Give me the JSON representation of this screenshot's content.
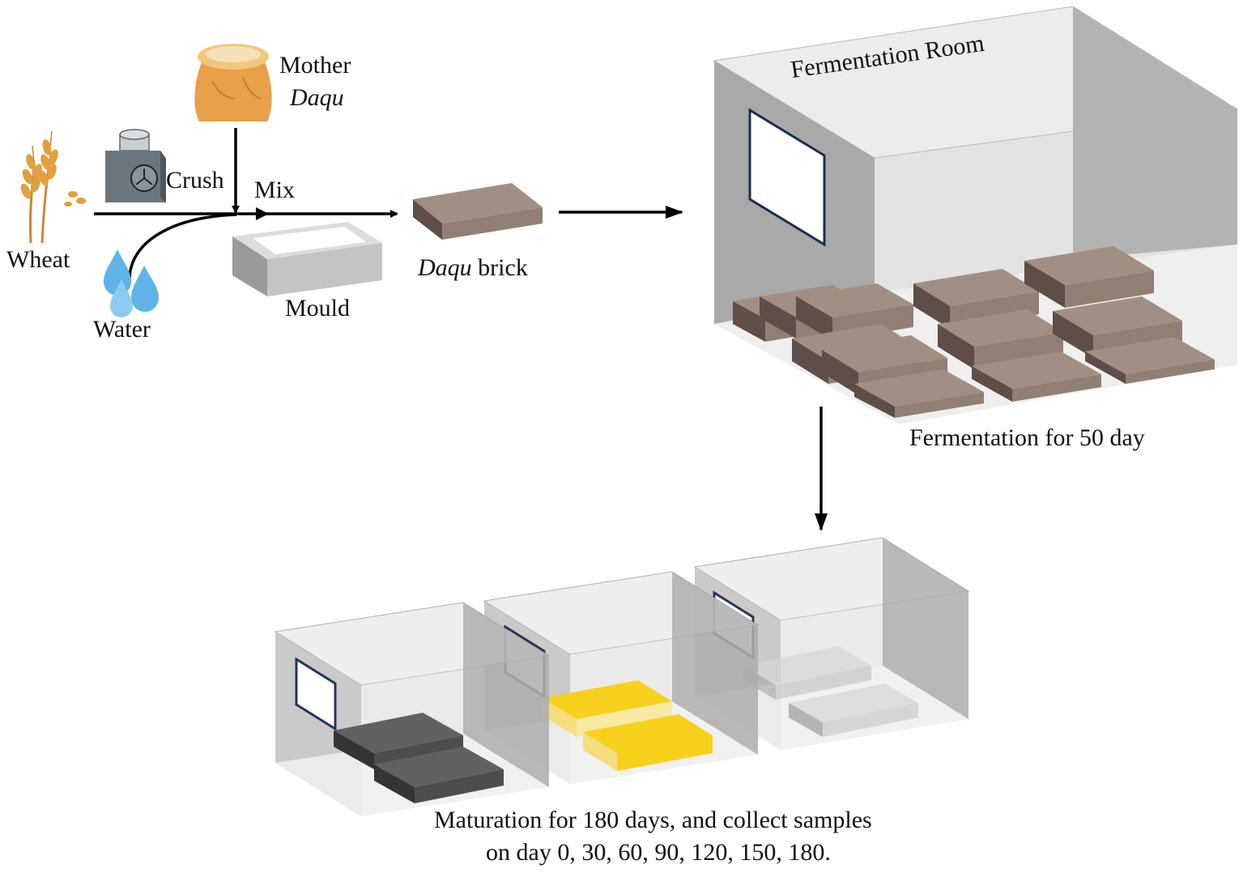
{
  "inputs": {
    "mother_daqu": {
      "line1": "Mother",
      "line2": "Daqu"
    },
    "crush": "Crush",
    "mix": "Mix",
    "wheat": "Wheat",
    "water": "Water",
    "mould": "Mould"
  },
  "brick": {
    "italic": "Daqu",
    "rest": " brick"
  },
  "fermentation": {
    "room_label": "Fermentation Room",
    "caption": "Fermentation for 50 day"
  },
  "maturation": {
    "caption_line1": "Maturation for 180 days, and collect samples",
    "caption_line2": "on day 0, 30, 60, 90, 120, 150, 180."
  },
  "colors": {
    "brick": "#917f74",
    "brick_side": "#5e4e47",
    "room_wall": "#a9a9a9",
    "room_back": "#e3e3e3",
    "day0_brick": "#4a4a4a",
    "mid_brick": "#f7cf10",
    "late_brick": "#d4d4d4",
    "water": "#5fb3e8",
    "sack": "#e8a04a"
  }
}
